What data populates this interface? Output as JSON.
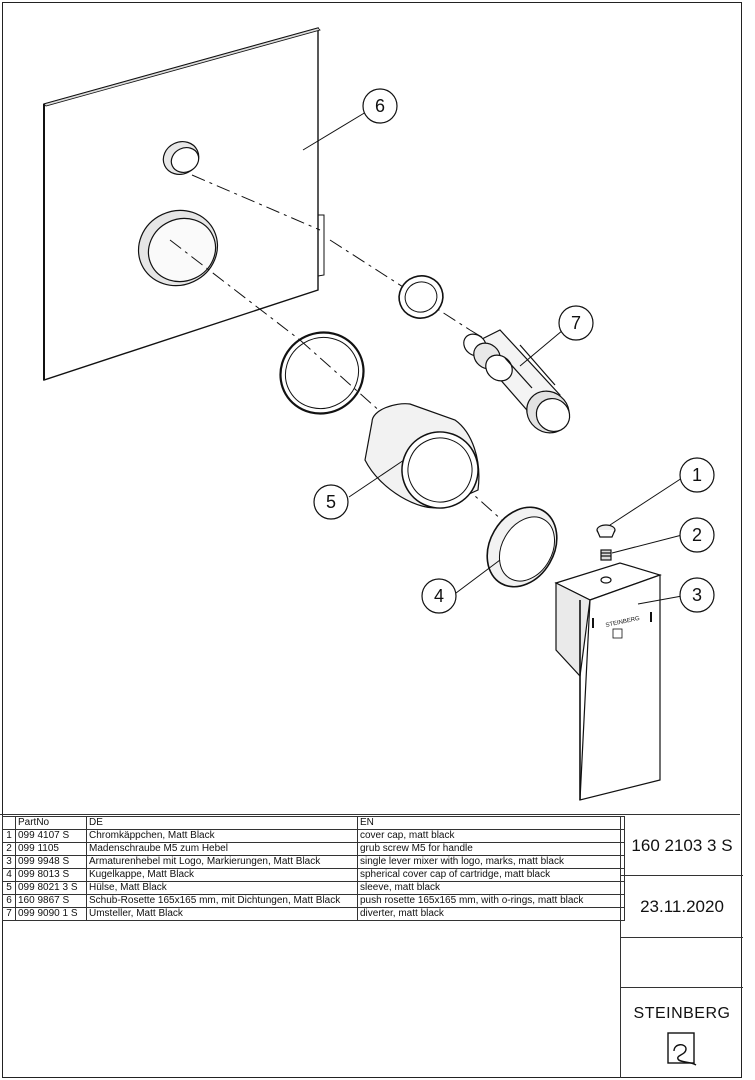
{
  "callouts": [
    {
      "number": "1",
      "part": "cover cap"
    },
    {
      "number": "2",
      "part": "grub screw"
    },
    {
      "number": "3",
      "part": "single lever mixer"
    },
    {
      "number": "4",
      "part": "spherical cover cap"
    },
    {
      "number": "5",
      "part": "sleeve"
    },
    {
      "number": "6",
      "part": "push rosette"
    },
    {
      "number": "7",
      "part": "diverter"
    }
  ],
  "handle_logo_text": "STEINBERG",
  "parts_table": {
    "headers": {
      "pos": "",
      "partno": "PartNo",
      "de": "DE",
      "en": "EN"
    },
    "rows": [
      {
        "pos": "1",
        "partno": "099 4107 S",
        "de": "Chromkäppchen, Matt Black",
        "en": "cover cap, matt black"
      },
      {
        "pos": "2",
        "partno": "099 1105",
        "de": "Madenschraube M5 zum Hebel",
        "en": "grub screw M5 for handle"
      },
      {
        "pos": "3",
        "partno": "099 9948 S",
        "de": "Armaturenhebel mit Logo, Markierungen, Matt Black",
        "en": "single lever mixer with logo, marks, matt black"
      },
      {
        "pos": "4",
        "partno": "099 8013 S",
        "de": "Kugelkappe, Matt Black",
        "en": "spherical cover cap of cartridge, matt black"
      },
      {
        "pos": "5",
        "partno": "099 8021 3 S",
        "de": "Hülse, Matt Black",
        "en": "sleeve, matt black"
      },
      {
        "pos": "6",
        "partno": "160 9867 S",
        "de": "Schub-Rosette 165x165 mm, mit Dichtungen, Matt Black",
        "en": "push rosette 165x165 mm, with o-rings, matt black"
      },
      {
        "pos": "7",
        "partno": "099 9090 1 S",
        "de": "Umsteller, Matt Black",
        "en": "diverter, matt black"
      }
    ]
  },
  "title_block": {
    "article_number": "160 2103 3 S",
    "date": "23.11.2020",
    "brand": "STEINBERG"
  }
}
